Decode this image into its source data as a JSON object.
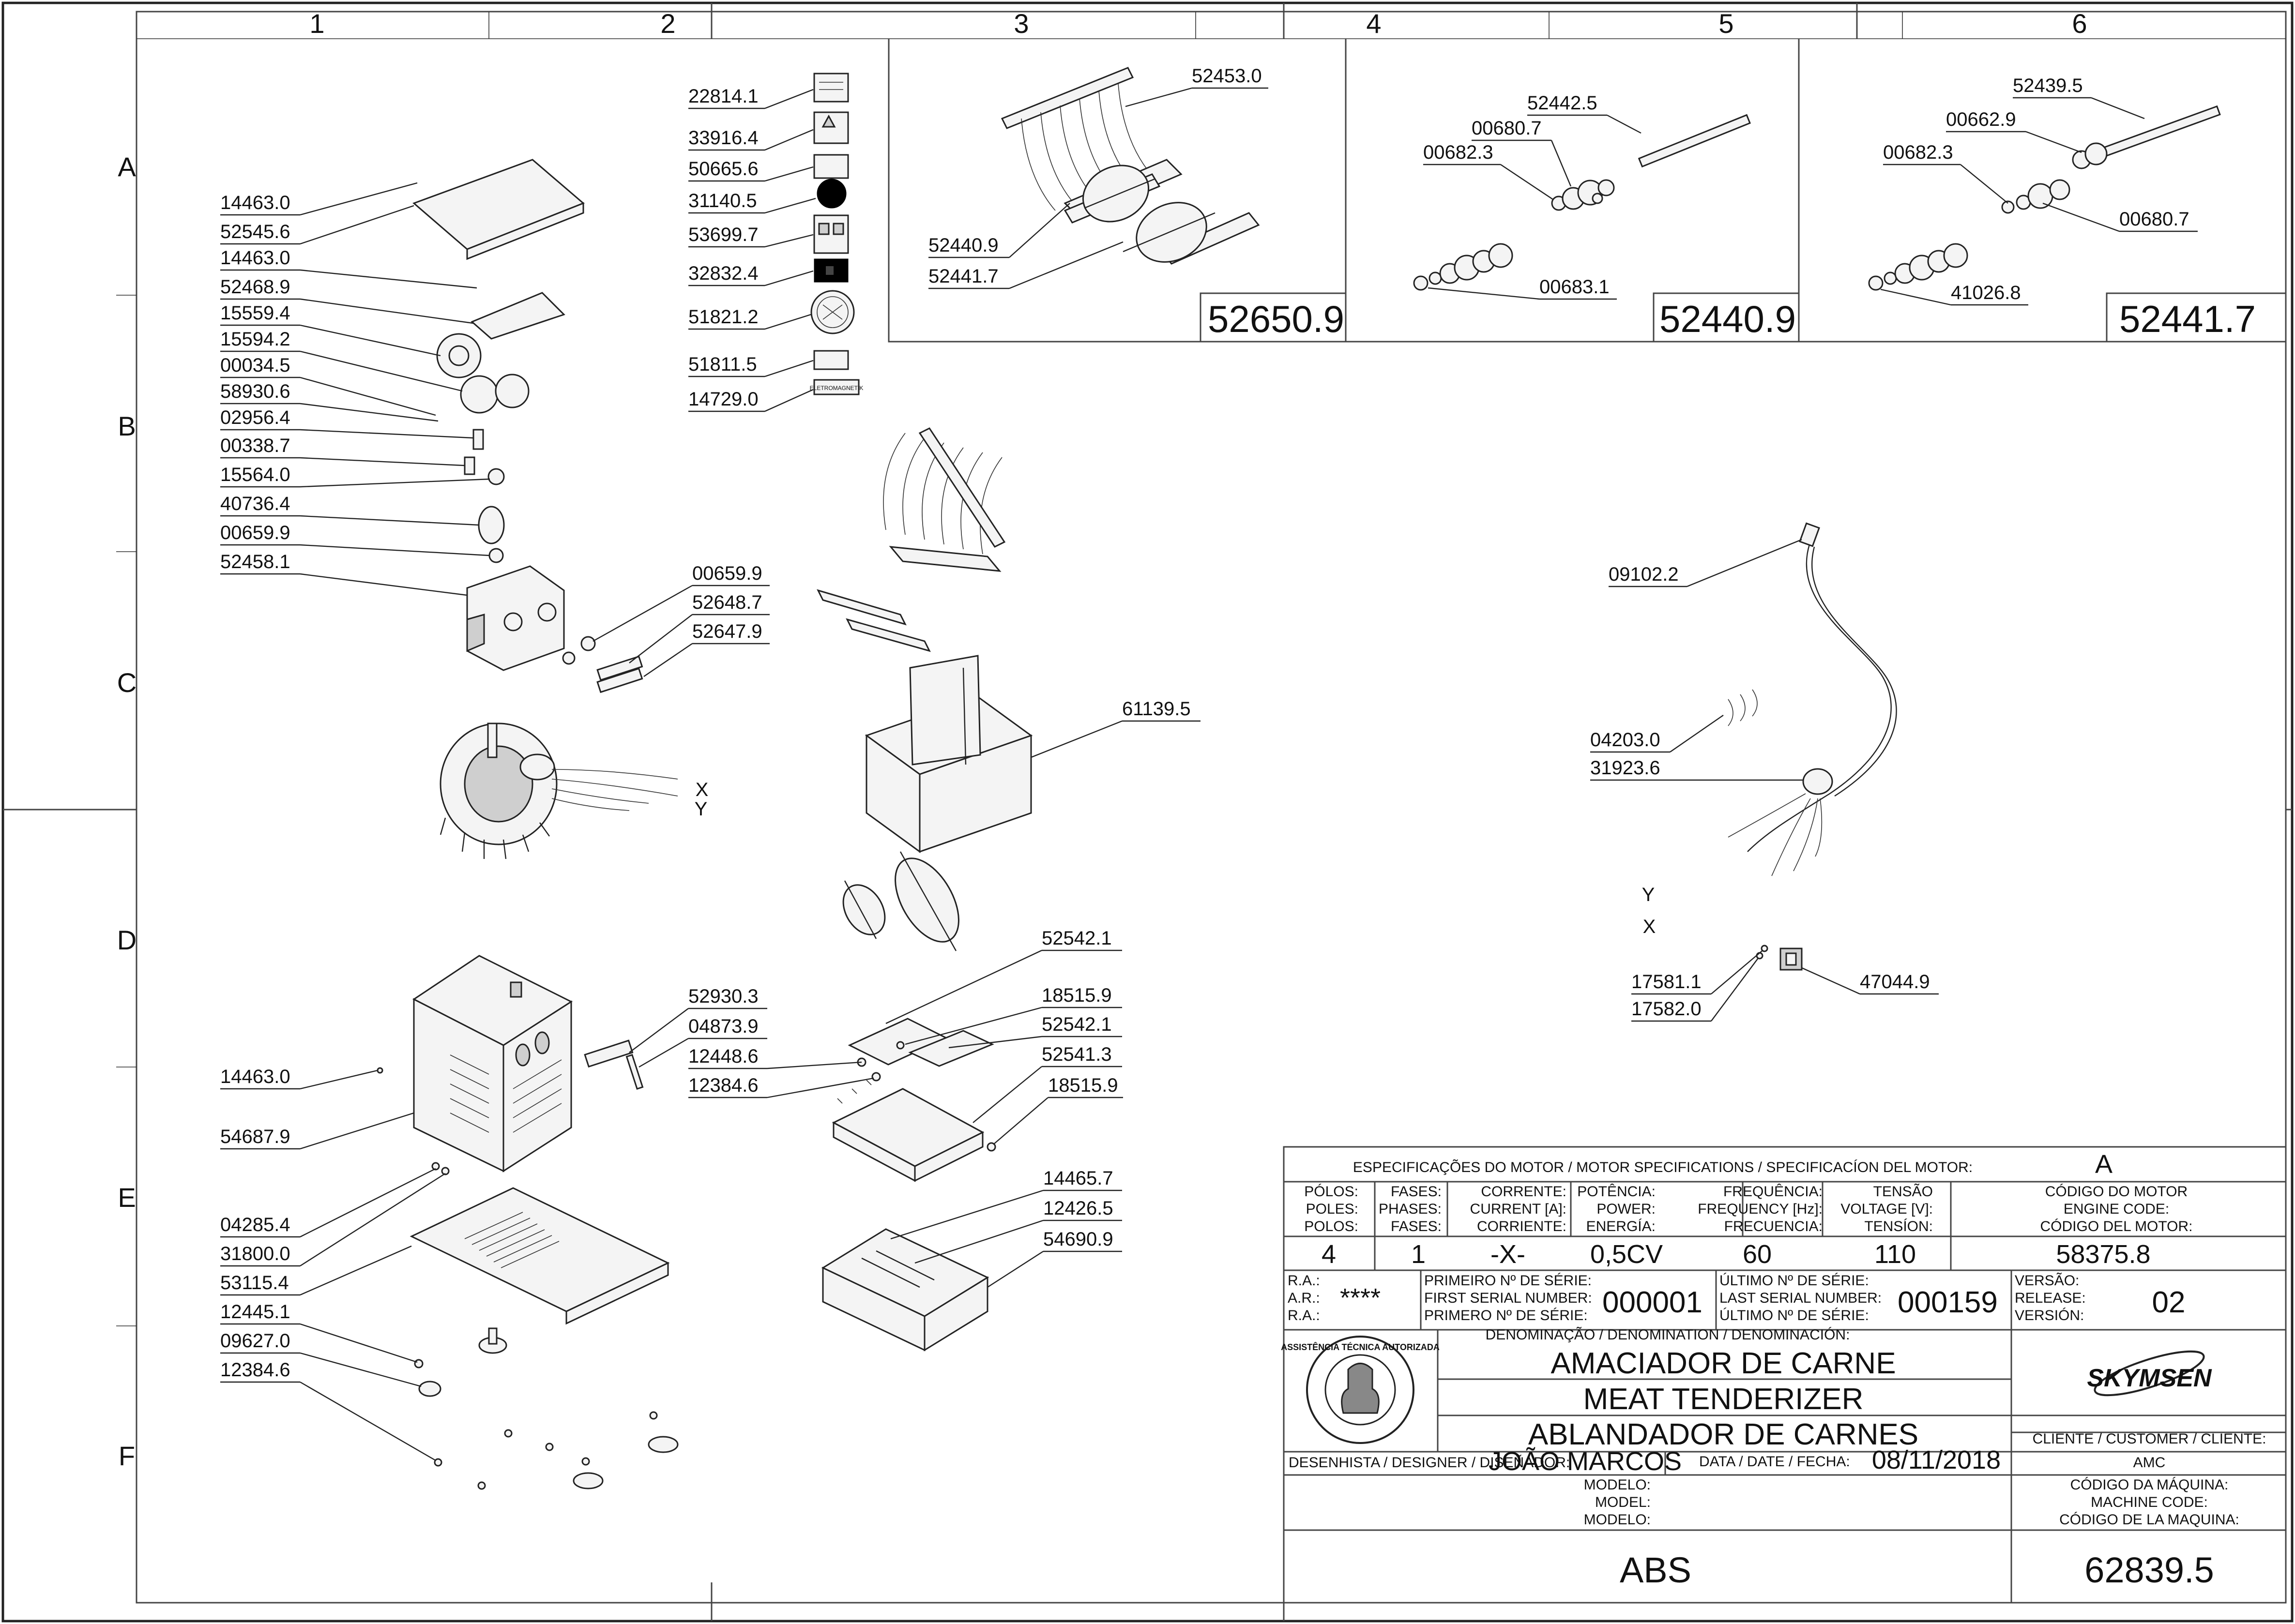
{
  "zones": {
    "columns": [
      "1",
      "2",
      "3",
      "4",
      "5",
      "6"
    ],
    "rows": [
      "A",
      "B",
      "C",
      "D",
      "E",
      "F"
    ]
  },
  "left_column_labels": [
    "14463.0",
    "52545.6",
    "14463.0",
    "52468.9",
    "15559.4",
    "15594.2",
    "00034.5",
    "58930.6",
    "02956.4",
    "00338.7",
    "15564.0",
    "40736.4",
    "00659.9",
    "52458.1"
  ],
  "shaft_labels": [
    "00659.9",
    "52648.7",
    "52647.9"
  ],
  "decal_labels": [
    "22814.1",
    "33916.4",
    "50665.6",
    "31140.5",
    "53699.7",
    "32832.4",
    "51821.2",
    "51811.5",
    "14729.0"
  ],
  "decal_texts": [
    "ELETROMAGNETIK"
  ],
  "kit_52650": {
    "comb": "52453.0",
    "roller1": "52440.9",
    "roller2": "52441.7",
    "kit_code": "52650.9"
  },
  "kit_52440": {
    "shaft": "52442.5",
    "washer": "00680.7",
    "gear": "00682.3",
    "end": "00683.1",
    "kit_code": "52440.9"
  },
  "kit_52441": {
    "shaft": "52439.5",
    "washer_big": "00662.9",
    "gear": "00682.3",
    "washer": "00680.7",
    "end": "41026.8",
    "kit_code": "52441.7"
  },
  "tray_label": "61139.5",
  "axis_marks": [
    "X",
    "Y",
    "Y",
    "X"
  ],
  "cable_labels": {
    "plug": "09102.2",
    "gland": "04203.0",
    "bushing": "31923.6",
    "terminal1": "17581.1",
    "terminal2": "17582.0",
    "switch": "47044.9"
  },
  "housing_labels": [
    "14463.0",
    "54687.9"
  ],
  "base_labels": [
    "04285.4",
    "31800.0",
    "53115.4",
    "12445.1",
    "09627.0",
    "12384.6"
  ],
  "bracket_labels": {
    "bracket": "52542.1",
    "plate": "52930.3",
    "pin": "04873.9",
    "spacer": "12448.6",
    "screw": "12384.6",
    "nut1": "18515.9",
    "bracket2": "52542.1",
    "frame": "52541.3",
    "nut2": "18515.9"
  },
  "drawer_labels": [
    "14465.7",
    "12426.5",
    "54690.9"
  ],
  "title_block": {
    "spec_header": "ESPECIFICAÇÕES DO MOTOR / MOTOR SPECIFICATIONS / SPECIFICACÍON DEL MOTOR:",
    "spec_version": "A",
    "col_headers": [
      [
        "PÓLOS:",
        "POLES:",
        "POLOS:"
      ],
      [
        "FASES:",
        "PHASES:",
        "FASES:"
      ],
      [
        "CORRENTE:",
        "CURRENT [A]:",
        "CORRIENTE:"
      ],
      [
        "POTÊNCIA:",
        "POWER:",
        "ENERGÍA:"
      ],
      [
        "FREQUÊNCIA:",
        "FREQUENCY [Hz]:",
        "FRECUENCIA:"
      ],
      [
        "TENSÃO",
        "VOLTAGE [V]:",
        "TENSÍON:"
      ],
      [
        "CÓDIGO DO MOTOR",
        "ENGINE CODE:",
        "CÓDIGO DEL MOTOR:"
      ]
    ],
    "values": [
      "4",
      "1",
      "-X-",
      "0,5CV",
      "60",
      "110",
      "58375.8"
    ],
    "ra_labels": [
      "R.A.:",
      "A.R.:",
      "R.A.:"
    ],
    "ra_value": "****",
    "first_serial_labels": [
      "PRIMEIRO Nº DE SÉRIE:",
      "FIRST SERIAL NUMBER:",
      "PRIMERO Nº DE SÉRIE:"
    ],
    "first_serial": "000001",
    "last_serial_labels": [
      "ÚLTIMO Nº DE SÉRIE:",
      "LAST SERIAL NUMBER:",
      "ÚLTIMO Nº DE SÉRIE:"
    ],
    "last_serial": "000159",
    "release_labels": [
      "VERSÃO:",
      "RELEASE:",
      "VERSIÓN:"
    ],
    "release": "02",
    "denomination_label": "DENOMINAÇÃO / DENOMINATION / DENOMINACIÓN:",
    "names": [
      "AMACIADOR DE CARNE",
      "MEAT TENDERIZER",
      "ABLANDADOR DE CARNES"
    ],
    "brand": "SKYMSEN",
    "seal_text": "ASSISTÊNCIA TÉCNICA AUTORIZADA",
    "customer_label": "CLIENTE / CUSTOMER / CLIENTE:",
    "customer": "AMC",
    "designer_label": "DESENHISTA / DESIGNER / DISEÑADOR:",
    "designer": "JOÃO MARCOS",
    "date_label": "DATA / DATE / FECHA:",
    "date": "08/11/2018",
    "model_labels": [
      "MODELO:",
      "MODEL:",
      "MODELO:"
    ],
    "model": "ABS",
    "machine_code_labels": [
      "CÓDIGO DA MÁQUINA:",
      "MACHINE CODE:",
      "CÓDIGO DE LA MAQUINA:"
    ],
    "machine_code": "62839.5"
  }
}
